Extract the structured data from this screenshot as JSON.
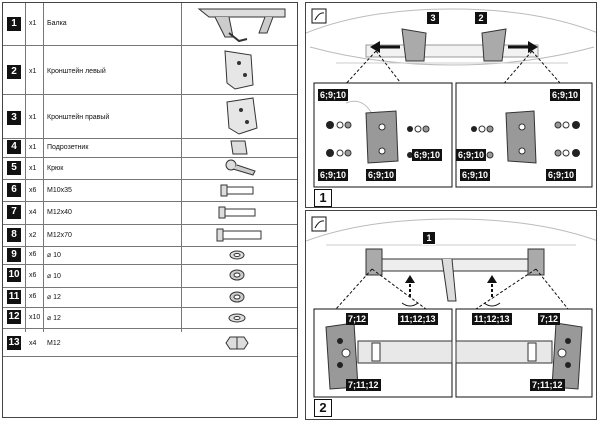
{
  "parts": [
    {
      "number": "1",
      "qty": "x1",
      "label": "Балка",
      "icon": "towbar-beam-icon"
    },
    {
      "number": "2",
      "qty": "x1",
      "label": "Кронштейн левый",
      "icon": "left-bracket-icon"
    },
    {
      "number": "3",
      "qty": "x1",
      "label": "Кронштейн правый",
      "icon": "right-bracket-icon"
    },
    {
      "number": "4",
      "qty": "x1",
      "label": "Подрозетник",
      "icon": "socket-plate-icon"
    },
    {
      "number": "5",
      "qty": "x1",
      "label": "Крюк",
      "icon": "hook-ball-icon"
    },
    {
      "number": "6",
      "qty": "x6",
      "label": "M10x35",
      "icon": "bolt-short-icon"
    },
    {
      "number": "7",
      "qty": "x4",
      "label": "M12x40",
      "icon": "bolt-medium-icon"
    },
    {
      "number": "8",
      "qty": "x2",
      "label": "M12x70",
      "icon": "bolt-long-icon"
    },
    {
      "number": "9",
      "qty": "x6",
      "label": "⌀ 10",
      "icon": "washer-icon"
    },
    {
      "number": "10",
      "qty": "x6",
      "label": "⌀ 10",
      "icon": "spring-washer-icon"
    },
    {
      "number": "11",
      "qty": "x6",
      "label": "⌀ 12",
      "icon": "spring-washer-icon"
    },
    {
      "number": "12",
      "qty": "x10",
      "label": "⌀ 12",
      "icon": "washer-icon"
    },
    {
      "number": "13",
      "qty": "x4",
      "label": "M12",
      "icon": "hex-nut-icon"
    }
  ],
  "figure1": {
    "number": "1",
    "callouts": [
      "3",
      "2"
    ],
    "tags": [
      "6;9;10",
      "6;9;10",
      "6;9;10",
      "6;9;10",
      "6;9;10",
      "6;9;10",
      "6;9;10",
      "6;9;10"
    ]
  },
  "figure2": {
    "number": "2",
    "callouts": [
      "1"
    ],
    "tags": [
      "7;12",
      "11;12;13",
      "7;11;12",
      "11;12;13",
      "7;12",
      "7;11;12"
    ]
  },
  "colors": {
    "tag_bg": "#111111",
    "line": "#444444",
    "light": "#bbbbbb"
  }
}
